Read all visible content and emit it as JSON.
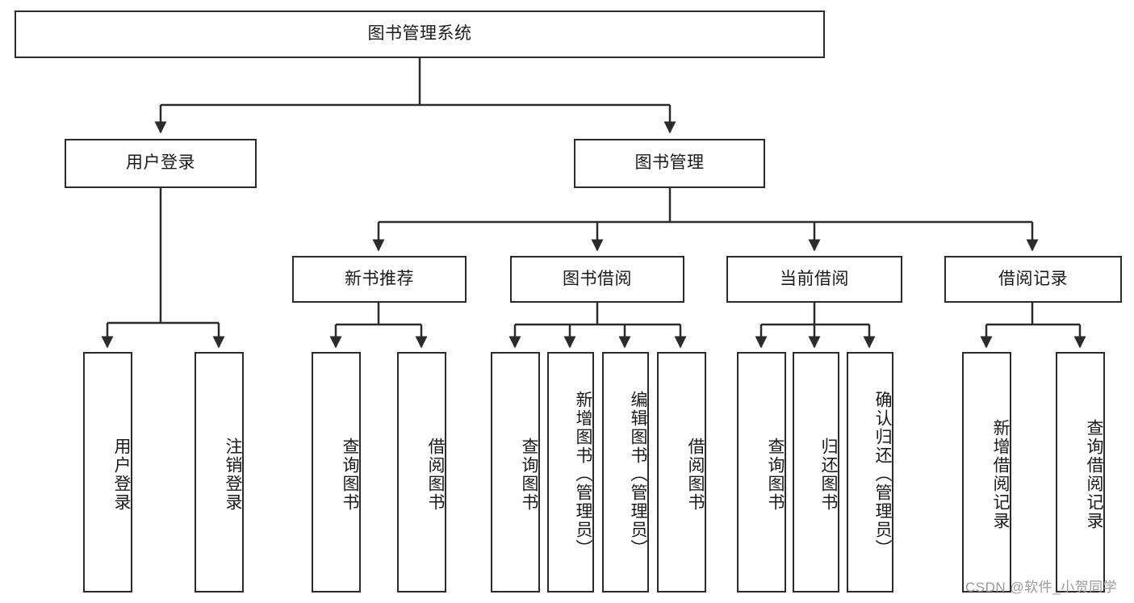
{
  "diagram": {
    "title": "图书管理系统",
    "type": "functional-structure-tree",
    "root": {
      "label": "图书管理系统"
    },
    "level2": [
      {
        "label": "用户登录"
      },
      {
        "label": "图书管理"
      }
    ],
    "level3": [
      {
        "label": "新书推荐"
      },
      {
        "label": "图书借阅"
      },
      {
        "label": "当前借阅"
      },
      {
        "label": "借阅记录"
      }
    ],
    "leaves": {
      "user_login": [
        {
          "label": "用户登录"
        },
        {
          "label": "注销登录"
        }
      ],
      "new_book_recommend": [
        {
          "label": "查询图书"
        },
        {
          "label": "借阅图书"
        }
      ],
      "book_borrow": [
        {
          "label": "查询图书"
        },
        {
          "label": "新增图书（管理员）"
        },
        {
          "label": "编辑图书（管理员）"
        },
        {
          "label": "借阅图书"
        }
      ],
      "current_borrow": [
        {
          "label": "查询图书"
        },
        {
          "label": "归还图书"
        },
        {
          "label": "确认归还（管理员）"
        }
      ],
      "borrow_record": [
        {
          "label": "新增借阅记录"
        },
        {
          "label": "查询借阅记录"
        }
      ]
    }
  },
  "watermark": {
    "text": "CSDN @软件_小贺同学"
  },
  "colors": {
    "stroke": "#2b2b2b",
    "background": "#ffffff",
    "text": "#1a1a1a",
    "watermark": "#9a9a9a"
  }
}
